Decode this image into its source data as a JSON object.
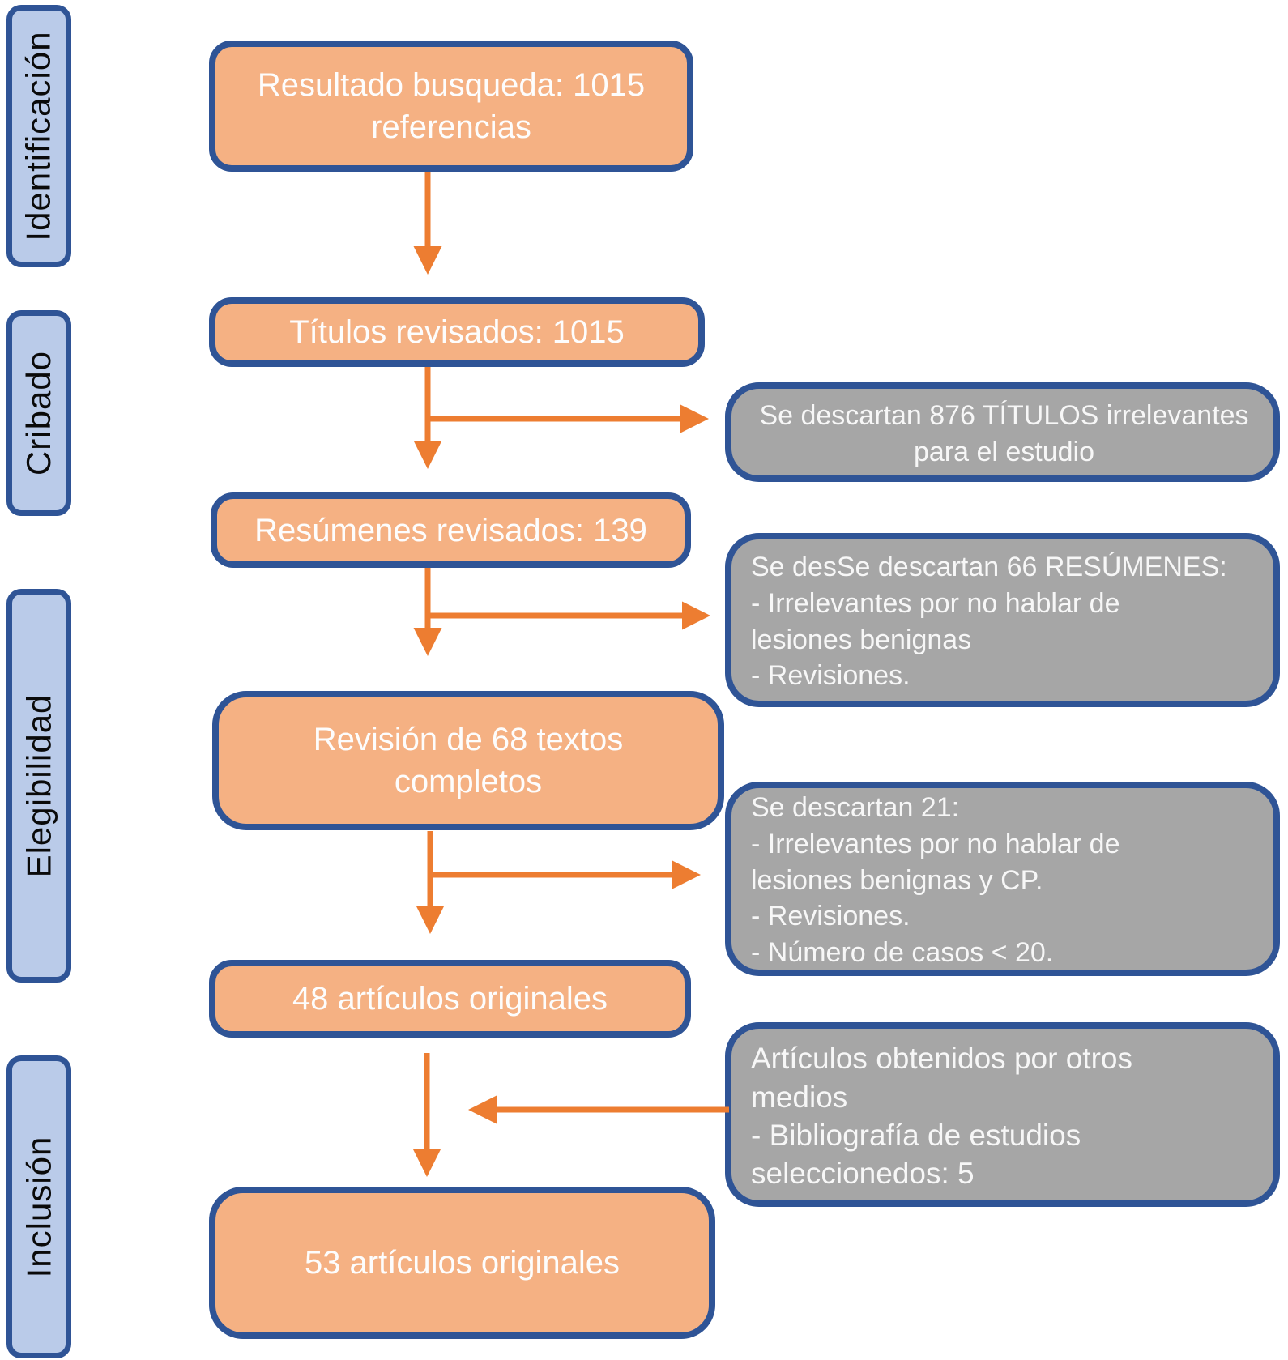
{
  "diagram": {
    "stages": [
      {
        "label": "Identificación"
      },
      {
        "label": "Cribado"
      },
      {
        "label": "Elegibilidad"
      },
      {
        "label": "Inclusión"
      }
    ],
    "flow_boxes": [
      {
        "text": "Resultado busqueda: 1015 referencias"
      },
      {
        "text": "Títulos revisados: 1015"
      },
      {
        "text": "Resúmenes revisados: 139"
      },
      {
        "text": "Revisión de 68 textos completos"
      },
      {
        "text": "48 artículos originales"
      },
      {
        "text": "53 artículos originales"
      }
    ],
    "side_boxes": [
      {
        "lines": [
          "Se descartan 876 TÍTULOS irrelevantes",
          "para el estudio"
        ]
      },
      {
        "lines": [
          "Se desSe descartan 66 RESÚMENES:",
          "- Irrelevantes por no hablar de",
          "lesiones benignas",
          "- Revisiones."
        ]
      },
      {
        "lines": [
          "Se descartan 21:",
          "- Irrelevantes por no hablar de",
          "lesiones benignas y CP.",
          "- Revisiones.",
          "- Número de casos < 20."
        ]
      },
      {
        "lines": [
          "Artículos obtenidos por otros",
          " medios",
          "- Bibliografía de estudios",
          "seleccionedos: 5"
        ]
      }
    ]
  },
  "colors": {
    "flow_box_fill": "#F5B183",
    "box_border": "#2F5496",
    "stage_fill": "#BACBE9",
    "side_box_fill": "#A6A6A6",
    "arrow": "#ED7D31",
    "box_text": "#FDFDFD",
    "stage_text": "#0A0A0A"
  }
}
